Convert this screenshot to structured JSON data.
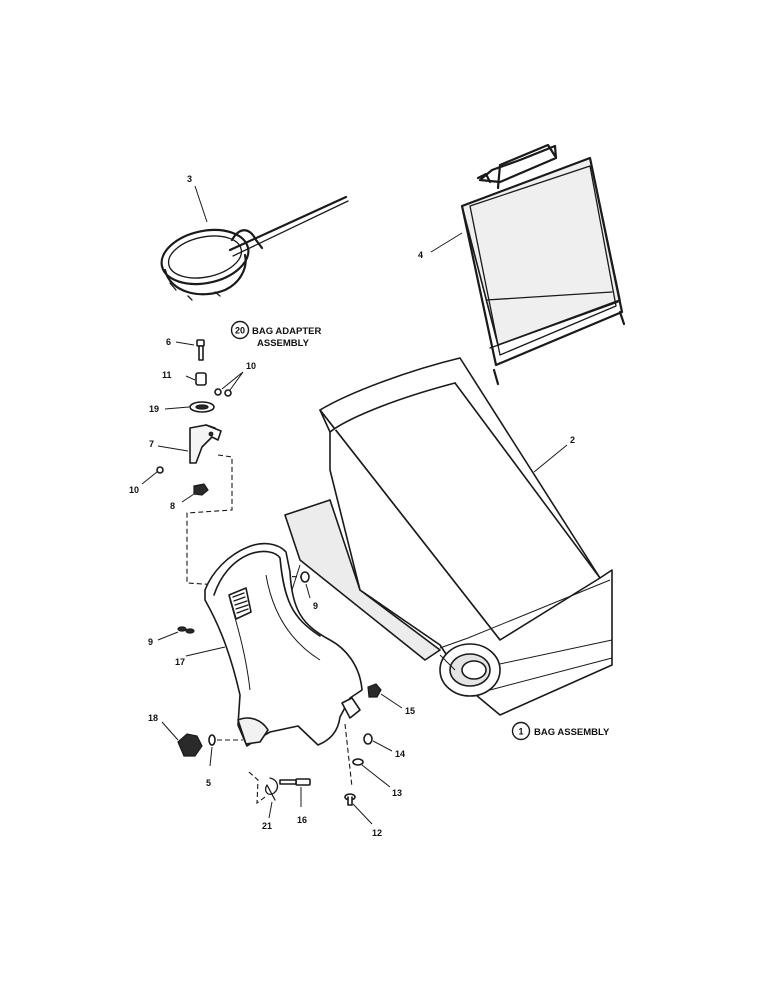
{
  "callouts": {
    "c3": "3",
    "c4": "4",
    "c2": "2",
    "c6": "6",
    "c11": "11",
    "c10a": "10",
    "c19": "19",
    "c7": "7",
    "c10b": "10",
    "c8": "8",
    "c9a": "9",
    "c9b": "9",
    "c17": "17",
    "c15": "15",
    "c18": "18",
    "c5": "5",
    "c14": "14",
    "c13": "13",
    "c21": "21",
    "c16": "16",
    "c12": "12"
  },
  "assemblies": {
    "bag_adapter": {
      "number": "20",
      "line1": "BAG ADAPTER",
      "line2": "ASSEMBLY"
    },
    "bag": {
      "number": "1",
      "label": "BAG ASSEMBLY"
    }
  }
}
